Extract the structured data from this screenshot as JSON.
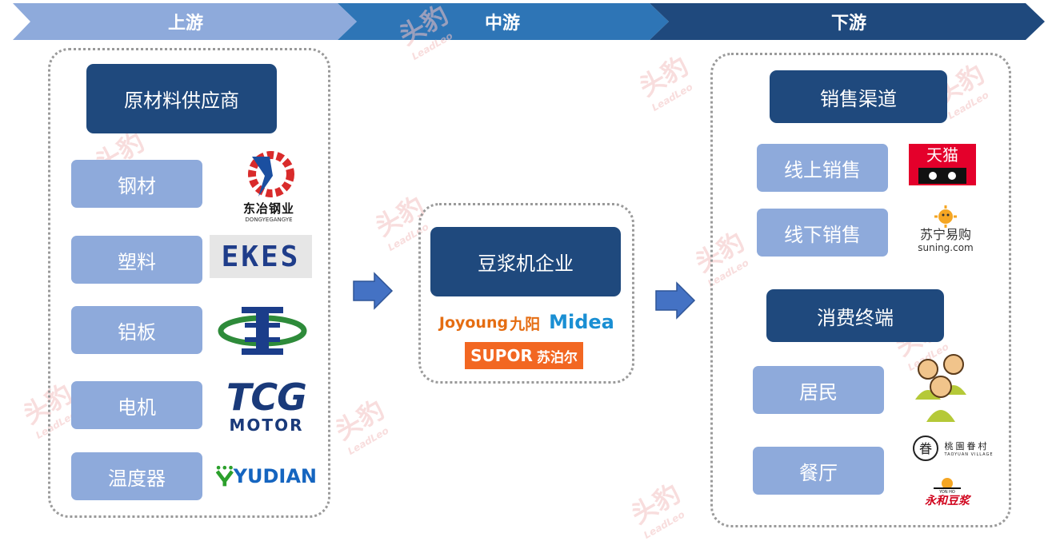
{
  "stages": {
    "upstream": "上游",
    "midstream": "中游",
    "downstream": "下游"
  },
  "upstream": {
    "header": "原材料供应商",
    "items": [
      "钢材",
      "塑料",
      "铝板",
      "电机",
      "温度器"
    ],
    "logos": {
      "steel": {
        "main": "东冶钢业",
        "sub": "DONGYEGANGYE"
      },
      "plastic": {
        "main": "EKES"
      },
      "aluminum": {
        "main": ""
      },
      "motor": {
        "main": "TCG",
        "sub": "MOTOR"
      },
      "thermo": {
        "main": "YUDIAN"
      }
    }
  },
  "midstream": {
    "header": "豆浆机企业",
    "logos": {
      "joyoung_en": "Joyoung",
      "joyoung_cn": "九阳",
      "midea": "Midea",
      "supor_en": "SUPOR",
      "supor_cn": "苏泊尔"
    }
  },
  "downstream": {
    "sales_header": "销售渠道",
    "sales_items": [
      "线上销售",
      "线下销售"
    ],
    "consumer_header": "消费终端",
    "consumer_items": [
      "居民",
      "餐厅"
    ],
    "logos": {
      "tmall": "天猫",
      "suning_cn": "苏宁易购",
      "suning_en": "suning.com",
      "taoyuan_cn": "桃園眷村",
      "taoyuan_en": "TAOYUAN VILLAGE",
      "yonghe_en": "YON HO",
      "yonghe_cn": "永和豆浆"
    }
  },
  "watermark": {
    "cn": "头豹",
    "en": "LeadLeo"
  },
  "colors": {
    "stage1": "#8eaadb",
    "stage2": "#2e75b6",
    "stage3": "#1f497d",
    "dark_box": "#1f497d",
    "light_box": "#8eaadb",
    "arrow": "#4472c4",
    "joyoung": "#e56d12",
    "midea": "#1a8fd3",
    "supor": "#f26722",
    "tmall": "#e4002b",
    "suning": "#f5a623",
    "steel_logo_red": "#d92b2b",
    "steel_logo_blue": "#1b4fa0",
    "aluminum_green": "#2e8b3a",
    "yudian_green": "#2ca02c",
    "yudian_blue": "#1565c0"
  },
  "icons": [
    "arrow-right-icon",
    "people-icon",
    "cat-icon",
    "sun-icon"
  ]
}
